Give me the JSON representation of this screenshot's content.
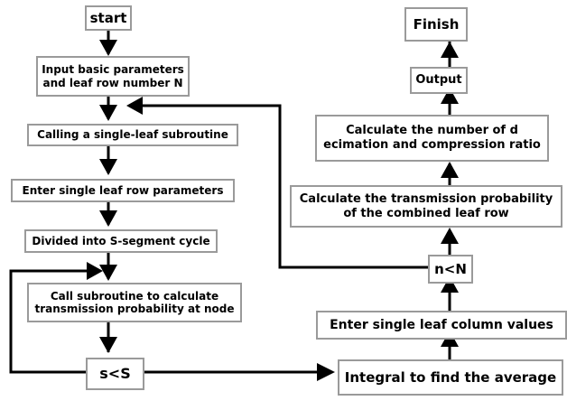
{
  "flowchart": {
    "left_column": {
      "start": "start",
      "input": "Input basic parameters\nand leaf row number N",
      "calling": "Calling a single-leaf subroutine",
      "enter_row": "Enter single leaf row parameters",
      "divided": "Divided into S-segment cycle",
      "call_sub": "Call subroutine to calculate\ntransmission probability at node",
      "decision": "s<S"
    },
    "right_column": {
      "finish": "Finish",
      "output": "Output",
      "decimation": "Calculate the number of d\necimation and compression ratio",
      "combined": "Calculate the transmission probability\nof the combined leaf row",
      "decision": "n<N",
      "enter_column": "Enter single leaf column values",
      "integral": "Integral to find the average"
    },
    "colors": {
      "node_border": "#9a9a9a",
      "arrow": "#000000"
    }
  }
}
